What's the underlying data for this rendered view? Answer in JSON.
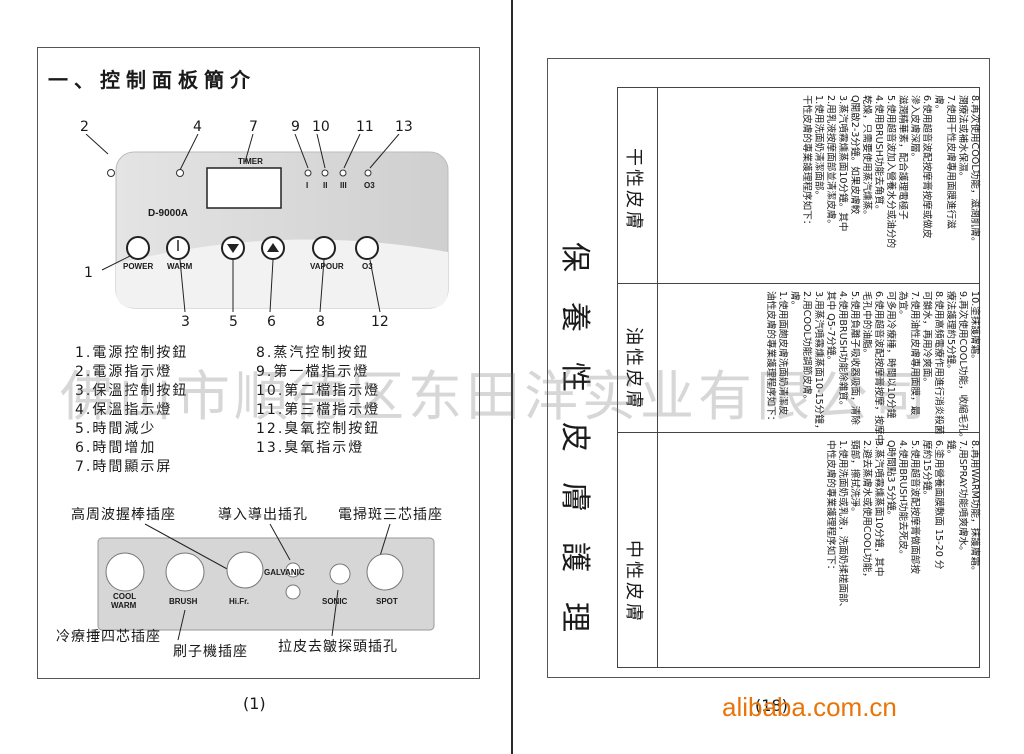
{
  "left_page": {
    "title": "一、控制面板簡介",
    "callouts_top": [
      "2",
      "4",
      "7",
      "9",
      "10",
      "11",
      "13"
    ],
    "callouts_bottom": [
      "1",
      "3",
      "5",
      "6",
      "8",
      "12"
    ],
    "panel": {
      "timer_label": "TIMER",
      "model": "D-9000A",
      "level_marks": [
        "I",
        "II",
        "III",
        "O3"
      ],
      "buttons": [
        "POWER",
        "WARM",
        "",
        "",
        "VAPOUR",
        "O3"
      ]
    },
    "legend_left": [
      "1.電源控制按鈕",
      "2.電源指示燈",
      "3.保溫控制按鈕",
      "4.保溫指示燈",
      "5.時間減少",
      "6.時間增加",
      "7.時間顯示屏"
    ],
    "legend_right": [
      "8.蒸汽控制按鈕",
      "9.第一檔指示燈",
      "10.第二檔指示燈",
      "11.第三檔指示燈",
      "12.臭氧控制按鈕",
      "13.臭氧指示燈"
    ],
    "socket_labels_top": [
      "高周波握棒插座",
      "導入導出插孔",
      "電掃斑三芯插座"
    ],
    "socket_labels_bottom": [
      "冷療捶四芯插座",
      "刷子機插座",
      "拉皮去皺探頭插孔"
    ],
    "socket_panel_text": [
      "COOL",
      "WARM",
      "BRUSH",
      "Hi.Fr.",
      "GALVANIC",
      "SONIC",
      "SPOT"
    ],
    "page_number": "(1)"
  },
  "right_page": {
    "title": "保養性皮膚護理",
    "columns": [
      {
        "heading": "中性皮膚",
        "lines": [
          "中性皮膚的專業護理程序如下：",
          "1.使用洗面奶或乳液，洗面奶揉搓面部、",
          "頸部，擦拭洗淨。",
          "2.避去蒸膚水或使用COOL功能，",
          "3.蒸汽噴霧燻蒸面10分鐘，其中",
          "Q時間點3  5分鐘。",
          "4.使用BRUSH功能去死皮。",
          "5.使用超音波配按摩膏做面部按",
          "摩約15分鐘。",
          "6.塗用營養面膜敷面 15-20 分",
          "鐘。",
          "7.用SPRAY功能噴爽膚水。",
          "8.再用WARM功能，抹護膚霜。"
        ]
      },
      {
        "heading": "油性皮膚",
        "lines": [
          "油性皮膚的專業護理程序如下：",
          "1.使用面皰皮膚洗面奶清潔皮",
          "膚。",
          "2.用COOL功能調節皮膚。",
          "3.用蒸汽噴霧燻蒸面10-15分鐘，",
          "其中 Q5-7分鐘。",
          "4.使用BRUSH功能除雜質。",
          "5.使用負離子吸收器吸面，清除",
          "毛孔中的油脂。",
          "6.使用超音波配按摩膏按摩，按摩中",
          "可多用冷療捶，時間以10分鐘",
          "為宜。",
          "7.使用油性皮膚專用面膜，最",
          "可鎖水，再用冷爽面。",
          "8.使用高頻電療作用進行消炎殺菌",
          "療法護理約5分鐘。",
          "9.再次使用COOL功能，收縮毛孔。",
          "10.塗抹護膚霜。"
        ]
      },
      {
        "heading": "干性皮膚",
        "lines": [
          "干性皮膚的專業護理程序如下：",
          "1.使用洗面奶清潔面部。",
          "2.用乳液按摩面部並清潔皮膚。",
          "3.蒸汽噴霧燻蒸面10分鐘。其中",
          "Q開啟2-3分鐘。如果皮膚較",
          "乾燥，只需要使用蒸汽燻蒸。",
          "4.使用BRUSH功能去角質。",
          "5.使用超音波加入營養水分或油分的",
          "滋潤精華素，配合護理電極子",
          "滲入皮膚深層。",
          "6.使用超音波配按摩膏按摩或做皮",
          "膚。",
          "7.使用干性皮膚專用面膜進行滋",
          "潤療法或補水保濕。",
          "8.再次使用COOL功能，滋潤肌膚。"
        ]
      }
    ],
    "page_number": "(18)"
  },
  "watermark_text": "佛山市順德区东田洋实业有限公司",
  "brand": "alibaba.com.cn"
}
